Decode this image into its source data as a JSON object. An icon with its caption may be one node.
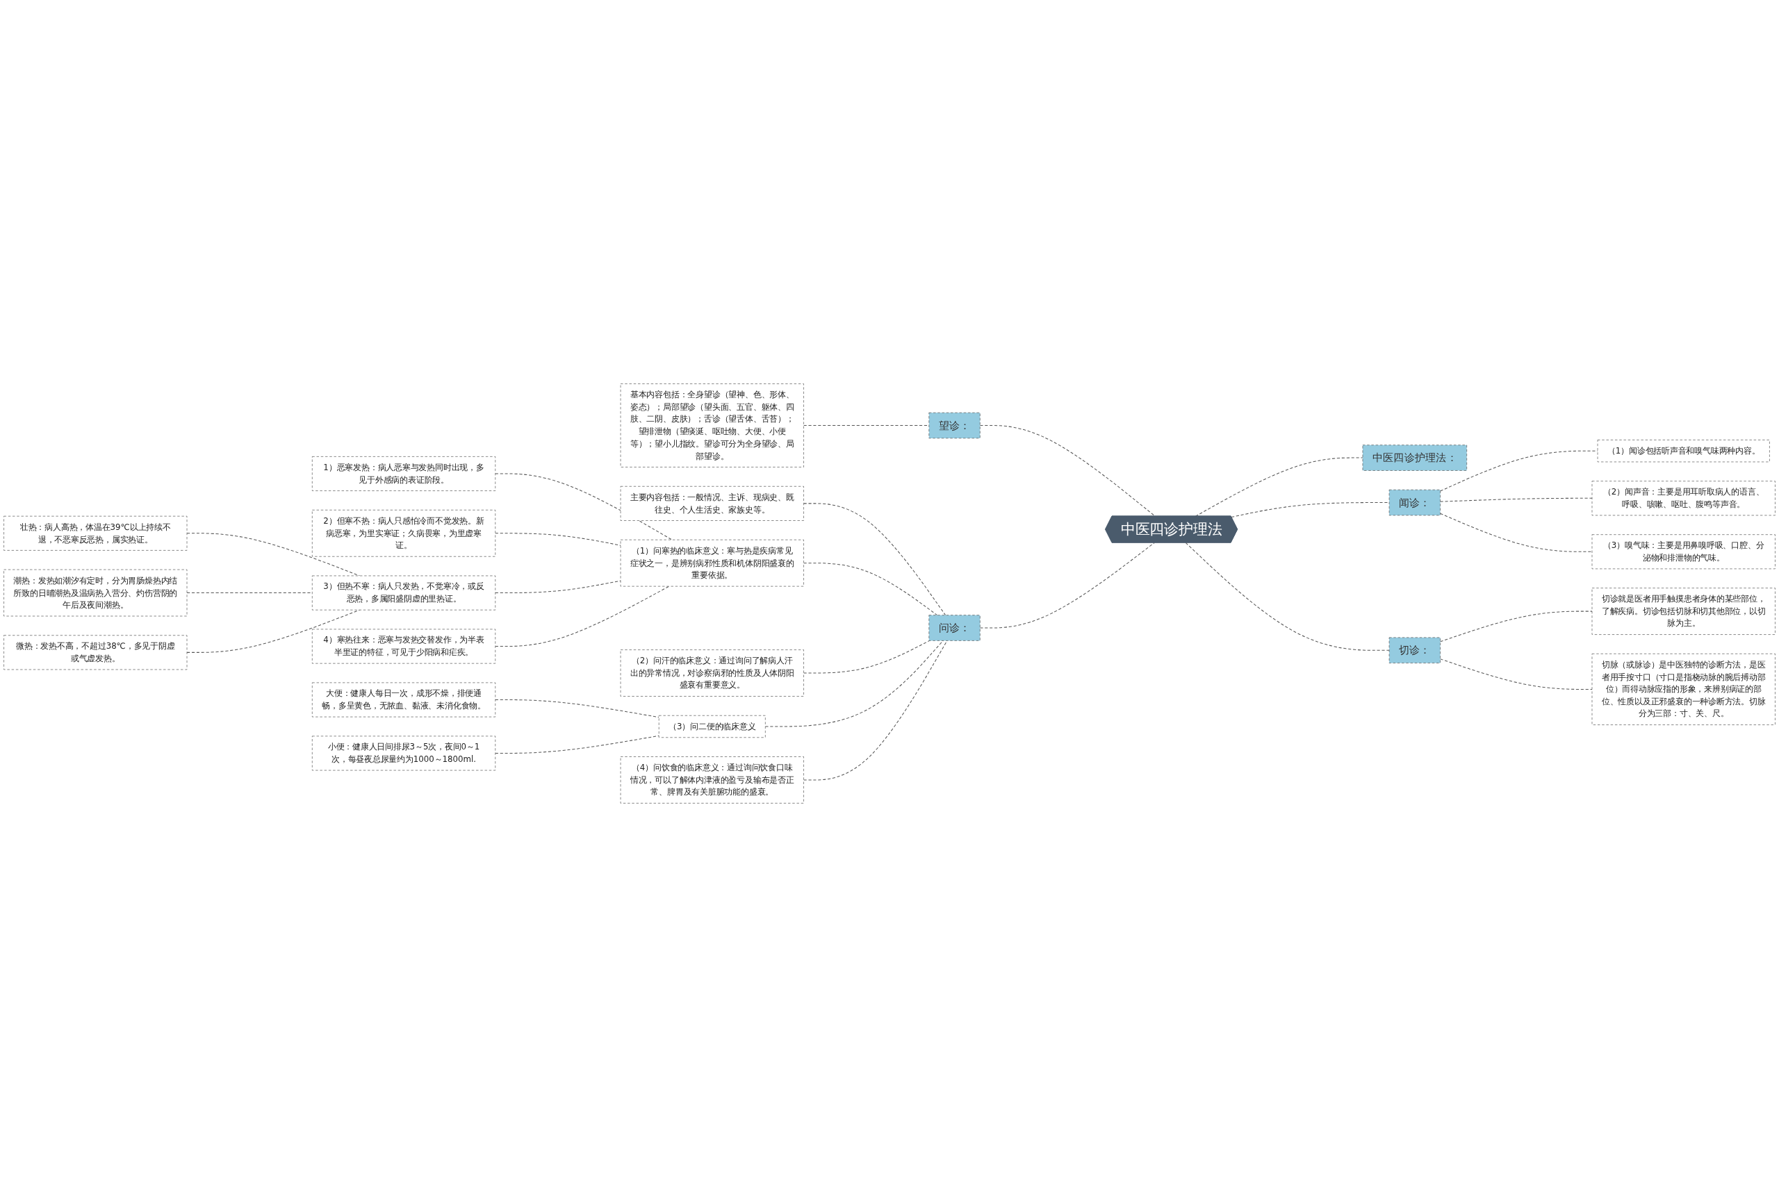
{
  "diagram": {
    "nodes": [
      {
        "text": [
          "中医四诊护理法"
        ]
      },
      {
        "text": [
          "望诊："
        ]
      },
      {
        "text": [
          "基本内容包括：全身望诊（望神、色、形体、姿态）；局部望诊（望头面、五官、躯体、四肢、二阴、皮肤）；舌诊（望舌体、舌苔）；望排泄物（望痰涎、呕吐物、大便、小便等）；望小儿指纹。望诊可分为全身望诊、局部望诊。"
        ]
      },
      {
        "text": [
          "问诊："
        ]
      },
      {
        "text": [
          "主要内容包括：一般情况、主诉、现病史、既往史、个人生活史、家族史等。"
        ]
      },
      {
        "text": [
          "（1）问寒热的临床意义：寒与热是疾病常见症状之一，是辨别病邪性质和机体阴阳盛衰的重要依据。"
        ]
      },
      {
        "text": [
          "1）恶寒发热：病人恶寒与发热同时出现，多见于外感病的表证阶段。"
        ]
      },
      {
        "text": [
          "2）但寒不热：病人只感怕冷而不觉发热。新病恶寒，为里实寒证；久病畏寒，为里虚寒证。"
        ]
      },
      {
        "text": [
          "3）但热不寒：病人只发热，不觉寒冷，或反恶热，多属阳盛阴虚的里热证。"
        ]
      },
      {
        "text": [
          "壮热：病人高热，体温在39℃以上持续不退，不恶寒反恶热，属实热证。"
        ]
      },
      {
        "text": [
          "潮热：发热如潮汐有定时，分为胃肠燥热内结所致的日晡潮热及温病热入营分、灼伤营阴的午后及夜间潮热。"
        ]
      },
      {
        "text": [
          "微热：发热不高，不超过38℃，多见于阴虚或气虚发热。"
        ]
      },
      {
        "text": [
          "4）寒热往来：恶寒与发热交替发作，为半表半里证的特征，可见于少阳病和疟疾。"
        ]
      },
      {
        "text": [
          "（2）问汗的临床意义：通过询问了解病人汗出的异常情况，对诊察病邪的性质及人体阴阳盛衰有重要意义。"
        ]
      },
      {
        "text": [
          "（3）问二便的临床意义"
        ]
      },
      {
        "text": [
          "大便：健康人每日一次，成形不燥，排便通畅，多呈黄色，无脓血、黏液、未消化食物。"
        ]
      },
      {
        "text": [
          "小便：健康人日间排尿3～5次，夜间0～1次，每昼夜总尿量约为1000～1800ml."
        ]
      },
      {
        "text": [
          "（4）问饮食的临床意义：通过询问饮食口味情况，可以了解体内津液的盈亏及输布是否正常、脾胃及有关脏腑功能的盛衰。"
        ]
      },
      {
        "text": [
          "中医四诊护理法："
        ]
      },
      {
        "text": [
          "闻诊："
        ]
      },
      {
        "text": [
          "（1）闻诊包括听声音和嗅气味两种内容。"
        ]
      },
      {
        "text": [
          "（2）闻声音：主要是用耳听取病人的语言、呼吸、咳嗽、呕吐、腹鸣等声音。"
        ]
      },
      {
        "text": [
          "（3）嗅气味：主要是用鼻嗅呼吸、口腔、分泌物和排泄物的气味。"
        ]
      },
      {
        "text": [
          "切诊："
        ]
      },
      {
        "text": [
          "切诊就是医者用手触摸患者身体的某些部位，了解疾病。切诊包括切脉和切其他部位，以切脉为主。"
        ]
      },
      {
        "text": [
          "切脉（或脉诊）是中医独特的诊断方法，是医者用手按寸口（寸口是指桡动脉的腕后搏动部位）而得动脉应指的形象，来辨别病证的部位、性质以及正邪盛衰的一种诊断方法。切脉分为三部：寸、关、尺。"
        ]
      }
    ],
    "edges": [
      {
        "from": 0,
        "to": 1,
        "arrow": "none",
        "style": "dashed"
      },
      {
        "from": 1,
        "to": 2,
        "arrow": "none",
        "style": "dashed"
      },
      {
        "from": 0,
        "to": 3,
        "arrow": "none",
        "style": "dashed"
      },
      {
        "from": 3,
        "to": 4,
        "arrow": "none",
        "style": "dashed"
      },
      {
        "from": 3,
        "to": 5,
        "arrow": "none",
        "style": "dashed"
      },
      {
        "from": 5,
        "to": 6,
        "arrow": "none",
        "style": "dashed"
      },
      {
        "from": 5,
        "to": 7,
        "arrow": "none",
        "style": "dashed"
      },
      {
        "from": 5,
        "to": 8,
        "arrow": "none",
        "style": "dashed"
      },
      {
        "from": 8,
        "to": 9,
        "arrow": "none",
        "style": "dashed"
      },
      {
        "from": 8,
        "to": 10,
        "arrow": "none",
        "style": "dashed"
      },
      {
        "from": 8,
        "to": 11,
        "arrow": "none",
        "style": "dashed"
      },
      {
        "from": 5,
        "to": 12,
        "arrow": "none",
        "style": "dashed"
      },
      {
        "from": 3,
        "to": 13,
        "arrow": "none",
        "style": "dashed"
      },
      {
        "from": 3,
        "to": 14,
        "arrow": "none",
        "style": "dashed"
      },
      {
        "from": 14,
        "to": 15,
        "arrow": "none",
        "style": "dashed"
      },
      {
        "from": 14,
        "to": 16,
        "arrow": "none",
        "style": "dashed"
      },
      {
        "from": 3,
        "to": 17,
        "arrow": "none",
        "style": "dashed"
      },
      {
        "from": 0,
        "to": 18,
        "arrow": "none",
        "style": "dashed"
      },
      {
        "from": 0,
        "to": 19,
        "arrow": "none",
        "style": "dashed"
      },
      {
        "from": 19,
        "to": 20,
        "arrow": "none",
        "style": "dashed"
      },
      {
        "from": 19,
        "to": 21,
        "arrow": "none",
        "style": "dashed"
      },
      {
        "from": 19,
        "to": 22,
        "arrow": "none",
        "style": "dashed"
      },
      {
        "from": 0,
        "to": 23,
        "arrow": "none",
        "style": "dashed"
      },
      {
        "from": 23,
        "to": 24,
        "arrow": "none",
        "style": "dashed"
      },
      {
        "from": 23,
        "to": 25,
        "arrow": "none",
        "style": "dashed"
      }
    ]
  }
}
